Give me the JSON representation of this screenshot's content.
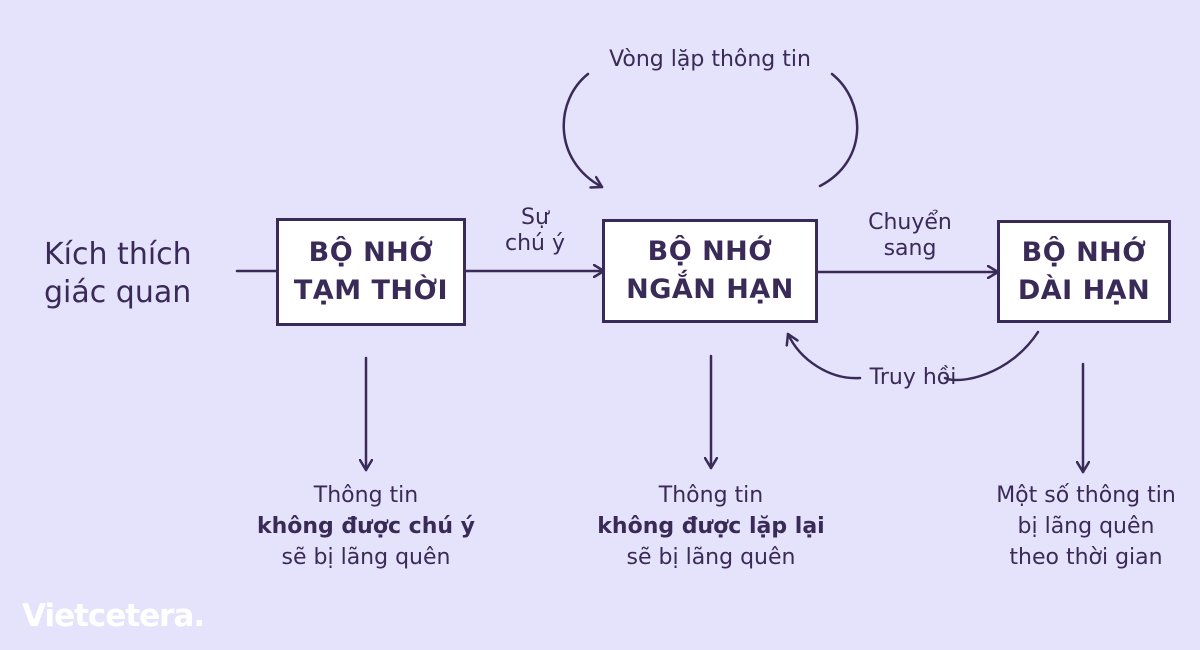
{
  "input": {
    "line1": "Kích thích",
    "line2": "giác quan"
  },
  "boxes": {
    "sensory": {
      "line1": "BỘ NHỚ",
      "line2": "TẠM THỜI"
    },
    "short_term": {
      "line1": "BỘ NHỚ",
      "line2": "NGẮN HẠN"
    },
    "long_term": {
      "line1": "BỘ NHỚ",
      "line2": "DÀI HẠN"
    }
  },
  "edges": {
    "attention": {
      "line1": "Sự",
      "line2": "chú ý"
    },
    "transfer": {
      "line1": "Chuyển",
      "line2": "sang"
    },
    "retrieval": "Truy hồi",
    "rehearsal_loop": "Vòng lặp thông tin"
  },
  "notes": {
    "sensory": {
      "line1": "Thông tin",
      "line2": "không được chú ý",
      "line3": "sẽ bị lãng quên"
    },
    "short_term": {
      "line1": "Thông tin",
      "line2": "không được lặp lại",
      "line3": "sẽ bị lãng quên"
    },
    "long_term": {
      "line1": "Một số thông tin",
      "line2": "bị lãng quên",
      "line3": "theo thời gian"
    }
  },
  "brand": {
    "logo": "Vietcetera."
  },
  "colors": {
    "background": "#e5e3fb",
    "ink": "#3a2a57",
    "box_fill": "#ffffff",
    "logo": "#ffffff"
  }
}
